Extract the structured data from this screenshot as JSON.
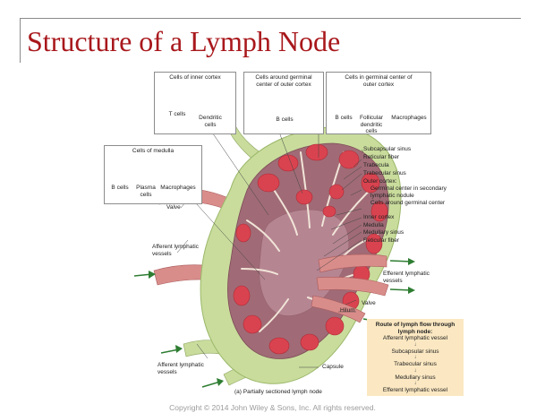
{
  "slide": {
    "title": "Structure of a Lymph Node",
    "copyright": "Copyright © 2014 John Wiley & Sons, Inc. All rights reserved."
  },
  "boxes": {
    "inner_cortex": {
      "title": "Cells of inner cortex",
      "cells": [
        "T cells",
        "Dendritic cells"
      ]
    },
    "germinal_around": {
      "title": "Cells around germinal center of outer cortex",
      "cells": [
        "B cells"
      ]
    },
    "germinal_center": {
      "title": "Cells in germinal center of outer cortex",
      "cells": [
        "B cells",
        "Follicular dendritic cells",
        "Macrophages"
      ]
    },
    "medulla": {
      "title": "Cells of medulla",
      "cells": [
        "B cells",
        "Plasma cells",
        "Macrophages"
      ]
    }
  },
  "labels": {
    "right": [
      "Subcapsular sinus",
      "Reticular fiber",
      "Trabecula",
      "Trabecular sinus",
      "Outer cortex:",
      "Germinal center in secondary lymphatic nodule",
      "Cells around germinal center",
      "Inner cortex",
      "Medulla",
      "Medullary sinus",
      "Reticular fiber"
    ],
    "valve_left": "Valve",
    "afferent_upper": "Afferent lymphatic vessels",
    "efferent": "Efferent lymphatic vessels",
    "valve_right": "Valve",
    "hilum": "Hilum",
    "afferent_lower": "Afferent lymphatic vessels",
    "capsule": "Capsule",
    "caption": "(a) Partially sectioned lymph node"
  },
  "flow": {
    "title": "Route of lymph flow through lymph node:",
    "steps": [
      "Afferent lymphatic vessel",
      "Subcapsular sinus",
      "Trabecular sinus",
      "Medullary sinus",
      "Efferent lymphatic vessel"
    ],
    "arrow": "↓"
  },
  "colors": {
    "title": "#a8181c",
    "capsule": "#c9dc9c",
    "cortex": "#a06b76",
    "nodule": "#d9434f",
    "flow_box": "#fbe8c2",
    "arrow": "#2e7d32"
  }
}
